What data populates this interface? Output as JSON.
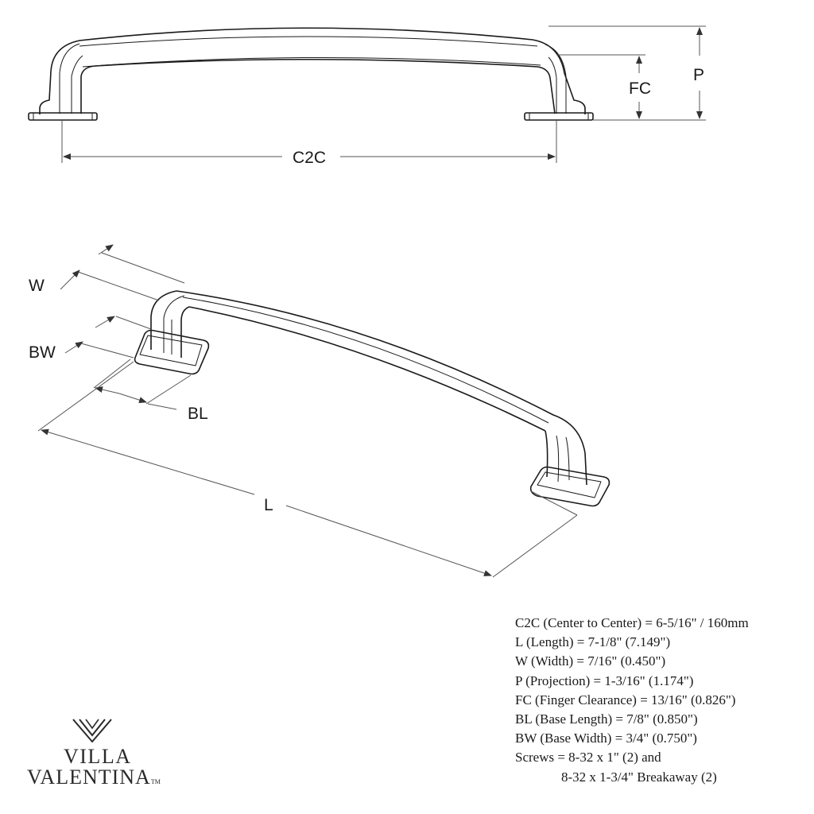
{
  "dimension_labels": {
    "c2c": "C2C",
    "fc": "FC",
    "p": "P",
    "w": "W",
    "bw": "BW",
    "bl": "BL",
    "l": "L"
  },
  "specs": [
    "C2C (Center to Center) = 6-5/16\" / 160mm",
    "L (Length) = 7-1/8\" (7.149\")",
    "W (Width) = 7/16\" (0.450\")",
    "P (Projection) = 1-3/16\" (1.174\")",
    "FC (Finger Clearance) = 13/16\" (0.826\")",
    "BL (Base Length) = 7/8\" (0.850\")",
    "BW (Base Width) = 3/4\" (0.750\")",
    "Screws = 8-32 x 1\" (2) and",
    "8-32 x 1-3/4\" Breakaway (2)"
  ],
  "logo": {
    "line1": "VILLA",
    "line2": "VALENTINA",
    "trademark": "TM"
  },
  "colors": {
    "ink": "#1a1a1a",
    "dimension_line": "#555555",
    "background": "#ffffff"
  }
}
